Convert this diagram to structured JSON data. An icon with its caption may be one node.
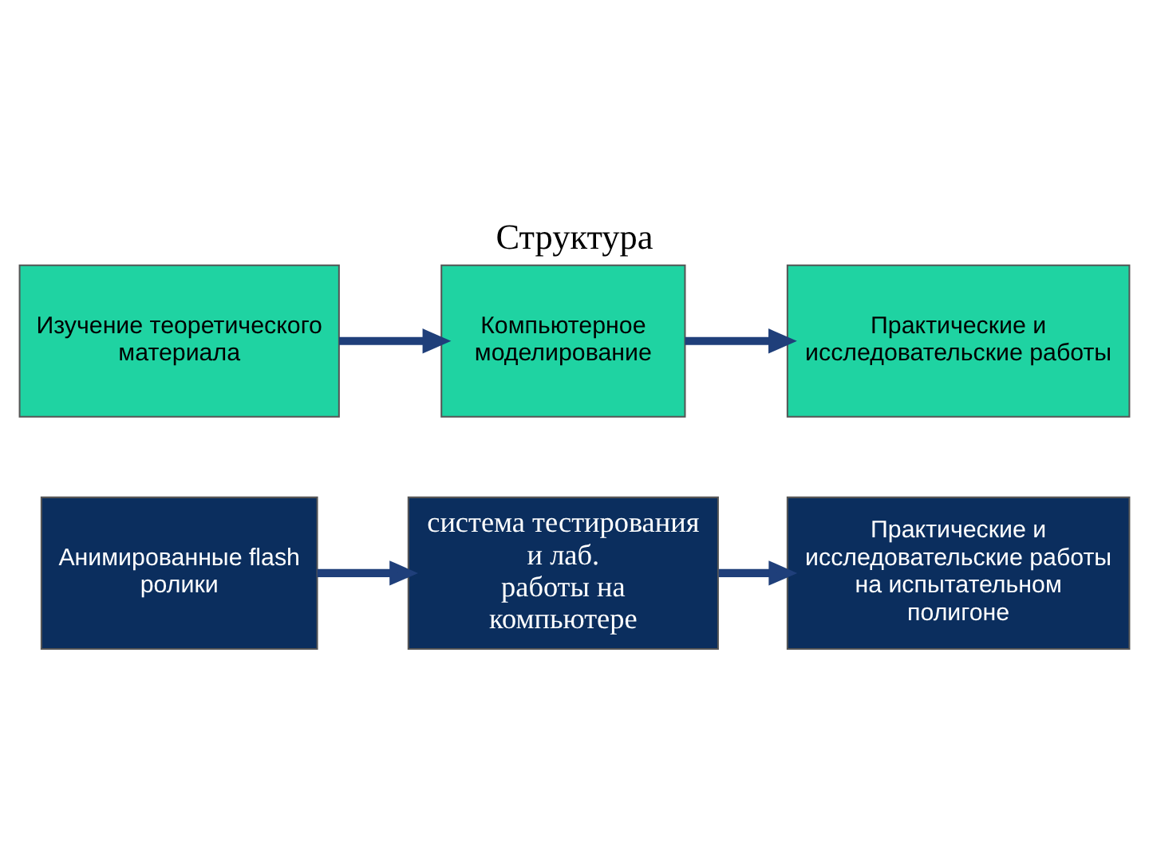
{
  "diagram": {
    "title": "Структура",
    "nodes": [
      {
        "text": [
          "Изучение теоретического материала"
        ]
      },
      {
        "text": [
          "Компьютерное моделирование"
        ]
      },
      {
        "text": [
          "Практические и исследовательские работы"
        ]
      },
      {
        "text": [
          "Анимированные flash ролики"
        ]
      },
      {
        "text": [
          "система тестирования и лаб. работы на компьютере"
        ]
      },
      {
        "text": [
          "Практические и исследовательские работы на испытательном полигоне"
        ]
      }
    ],
    "edges": [
      {
        "from": 0,
        "to": 1,
        "arrow": "to"
      },
      {
        "from": 1,
        "to": 2,
        "arrow": "to"
      },
      {
        "from": 3,
        "to": 4,
        "arrow": "to"
      },
      {
        "from": 4,
        "to": 5,
        "arrow": "to"
      }
    ]
  }
}
